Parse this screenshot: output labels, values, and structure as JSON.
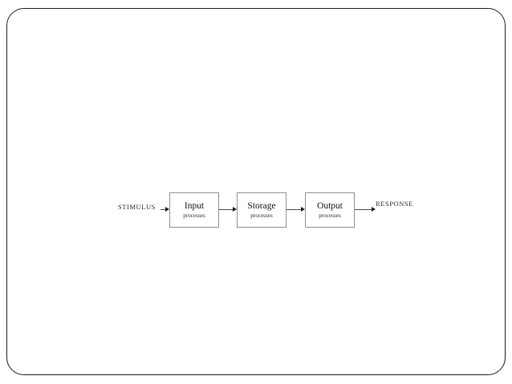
{
  "slide": {
    "background_color": "#ffffff",
    "frame_color": "#1a1a1a"
  },
  "diagram": {
    "type": "flow-diagram",
    "orientation": "left-to-right",
    "input_label": "STIMULUS",
    "output_label": "RESPONSE",
    "box_border_color": "#8f8f93",
    "arrow_color": "#1c1c1c",
    "boxes": [
      {
        "title": "Input",
        "subtitle": "processes"
      },
      {
        "title": "Storage",
        "subtitle": "processes"
      },
      {
        "title": "Output",
        "subtitle": "processes"
      }
    ]
  }
}
